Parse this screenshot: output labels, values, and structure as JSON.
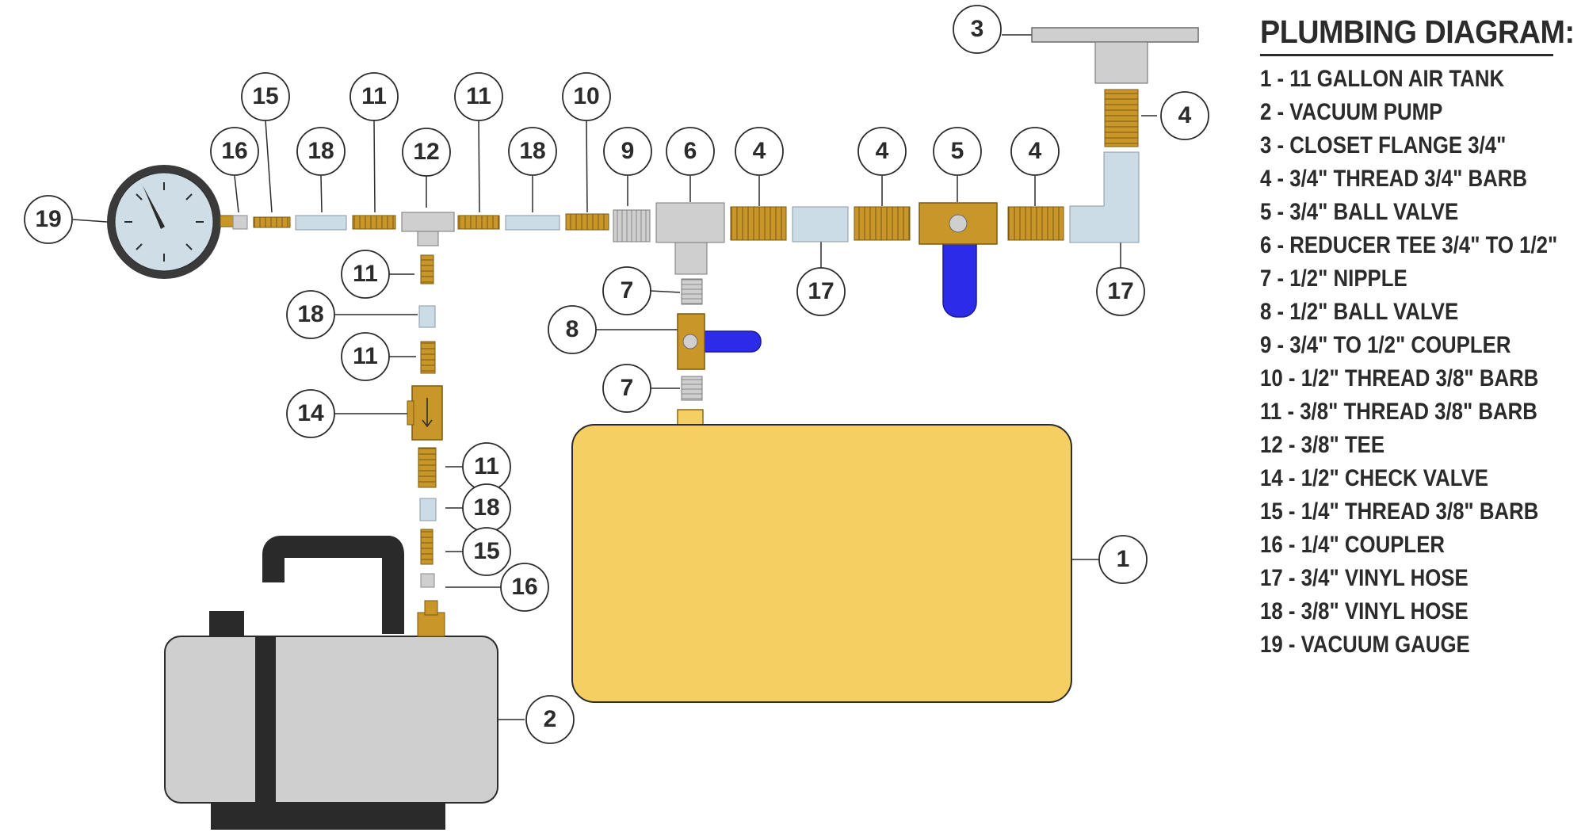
{
  "legend": {
    "title": "PLUMBING DIAGRAM:",
    "items": [
      "1 - 11 GALLON AIR TANK",
      "2 - VACUUM PUMP",
      "3 - CLOSET FLANGE 3/4\"",
      "4 - 3/4\" THREAD 3/4\" BARB",
      "5 - 3/4\" BALL VALVE",
      "6 - REDUCER TEE 3/4\" TO 1/2\"",
      "7 - 1/2\" NIPPLE",
      "8 - 1/2\" BALL VALVE",
      "9 - 3/4\" TO 1/2\" COUPLER",
      "10 - 1/2\" THREAD 3/8\" BARB",
      "11 - 3/8\" THREAD 3/8\" BARB",
      "12 - 3/8\" TEE",
      "14 - 1/2\" CHECK VALVE",
      "15 - 1/4\" THREAD 3/8\" BARB",
      "16 - 1/4\" COUPLER",
      "17 - 3/4\" VINYL HOSE",
      "18 - 3/8\" VINYL HOSE",
      "19 - VACUUM GAUGE"
    ]
  },
  "callouts": [
    "19",
    "16",
    "15",
    "18",
    "11",
    "12",
    "11",
    "18",
    "10",
    "9",
    "6",
    "4",
    "4",
    "5",
    "4",
    "3",
    "4",
    "17",
    "17",
    "11",
    "18",
    "11",
    "14",
    "11",
    "18",
    "15",
    "16",
    "7",
    "8",
    "7",
    "1",
    "2"
  ],
  "colors": {
    "brass": "#c9962a",
    "tank_yellow": "#f5cf61",
    "hose_blue": "#ccdce6",
    "handle_blue": "#2b2be8",
    "fitting_gray": "#cfcfcf",
    "pump_dark": "#2a2a2a",
    "gauge_face": "#cfdde6",
    "ink": "#2b2b2b"
  },
  "icons": {
    "check_valve_arrow": "down-arrow-icon"
  }
}
